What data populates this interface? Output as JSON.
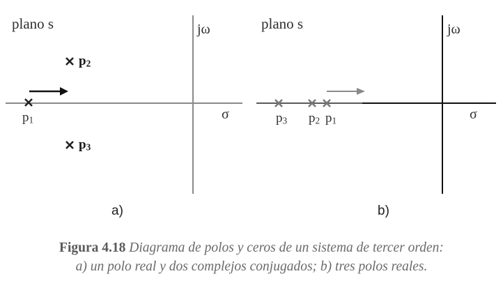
{
  "panel_a": {
    "plane_label": "plano s",
    "imag_axis_label": "jω",
    "real_axis_label": "σ",
    "panel_label": "a)",
    "poles": [
      {
        "base": "p",
        "sub": "1"
      },
      {
        "base": "p",
        "sub": "2"
      },
      {
        "base": "p",
        "sub": "3"
      }
    ]
  },
  "panel_b": {
    "plane_label": "plano s",
    "imag_axis_label": "jω",
    "real_axis_label": "σ",
    "panel_label": "b)",
    "poles": [
      {
        "base": "p",
        "sub": "3"
      },
      {
        "base": "p",
        "sub": "2"
      },
      {
        "base": "p",
        "sub": "1"
      }
    ]
  },
  "caption": {
    "figure_label": "Figura 4.18",
    "line1": "Diagrama de polos y ceros de un sistema de tercer orden:",
    "line2": "a) un polo real y dos complejos conjugados; b) tres polos reales."
  },
  "colors": {
    "axis_a": "#8a8a8a",
    "axis_b_vertical": "#111111",
    "pole_dark": "#222222",
    "pole_gray": "#777777",
    "arrow_a": "#111111",
    "arrow_b": "#8a8a8a"
  }
}
